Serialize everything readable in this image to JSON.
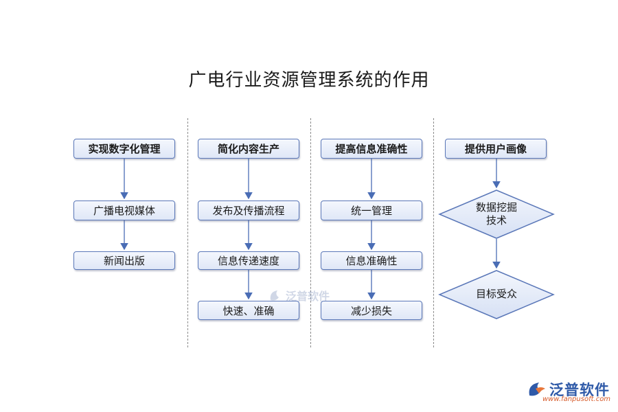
{
  "title": "广电行业资源管理系统的作用",
  "columns": [
    {
      "heading": "实现数字化管理",
      "items": [
        "广播电视媒体",
        "新闻出版"
      ]
    },
    {
      "heading": "简化内容生产",
      "items": [
        "发布及传播流程",
        "信息传递速度",
        "快速、准确"
      ]
    },
    {
      "heading": "提高信息准确性",
      "items": [
        "统一管理",
        "信息准确性",
        "减少损失"
      ]
    },
    {
      "heading": "提供用户画像",
      "decisions": [
        {
          "line1": "数据挖掘",
          "line2": "技术"
        },
        {
          "line1": "目标受众",
          "line2": ""
        }
      ]
    }
  ],
  "watermark": {
    "text": "泛普软件"
  },
  "brand": {
    "name": "泛普软件",
    "url": "www.fanpusoft.com"
  },
  "colors": {
    "node_border": "#5a77b8",
    "node_fill": "#dfe7f7",
    "arrow": "#4a6db5",
    "brand": "#2f5aa8",
    "brand_accent": "#e8773a"
  }
}
